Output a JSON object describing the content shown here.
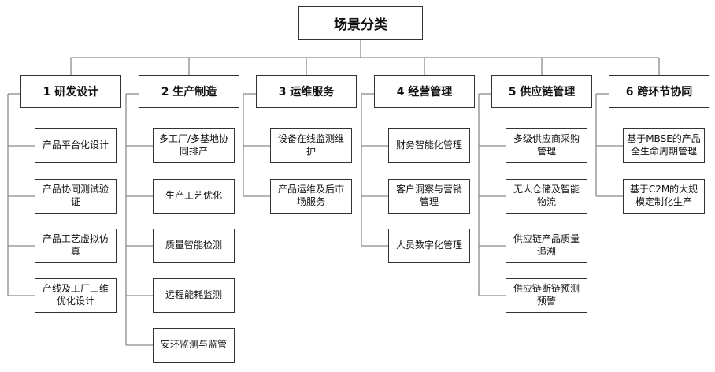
{
  "root": "场景分类",
  "categories": [
    {
      "label": "1 研发设计",
      "items": [
        "产品平台化设计",
        "产品协同测试验证",
        "产品工艺虚拟仿真",
        "产线及工厂三维优化设计"
      ]
    },
    {
      "label": "2 生产制造",
      "items": [
        "多工厂/多基地协同排产",
        "生产工艺优化",
        "质量智能检测",
        "远程能耗监测",
        "安环监测与监管"
      ]
    },
    {
      "label": "3 运维服务",
      "items": [
        "设备在线监测维护",
        "产品运维及后市场服务"
      ]
    },
    {
      "label": "4 经营管理",
      "items": [
        "财务智能化管理",
        "客户洞察与营销管理",
        "人员数字化管理"
      ]
    },
    {
      "label": "5 供应链管理",
      "items": [
        "多级供应商采购管理",
        "无人仓储及智能物流",
        "供应链产品质量追溯",
        "供应链断链预测预警"
      ]
    },
    {
      "label": "6 跨环节协同",
      "items": [
        "基于MBSE的产品全生命周期管理",
        "基于C2M的大规模定制化生产"
      ]
    }
  ],
  "colors": {
    "line": "#8a8a8a",
    "border": "#333333"
  }
}
